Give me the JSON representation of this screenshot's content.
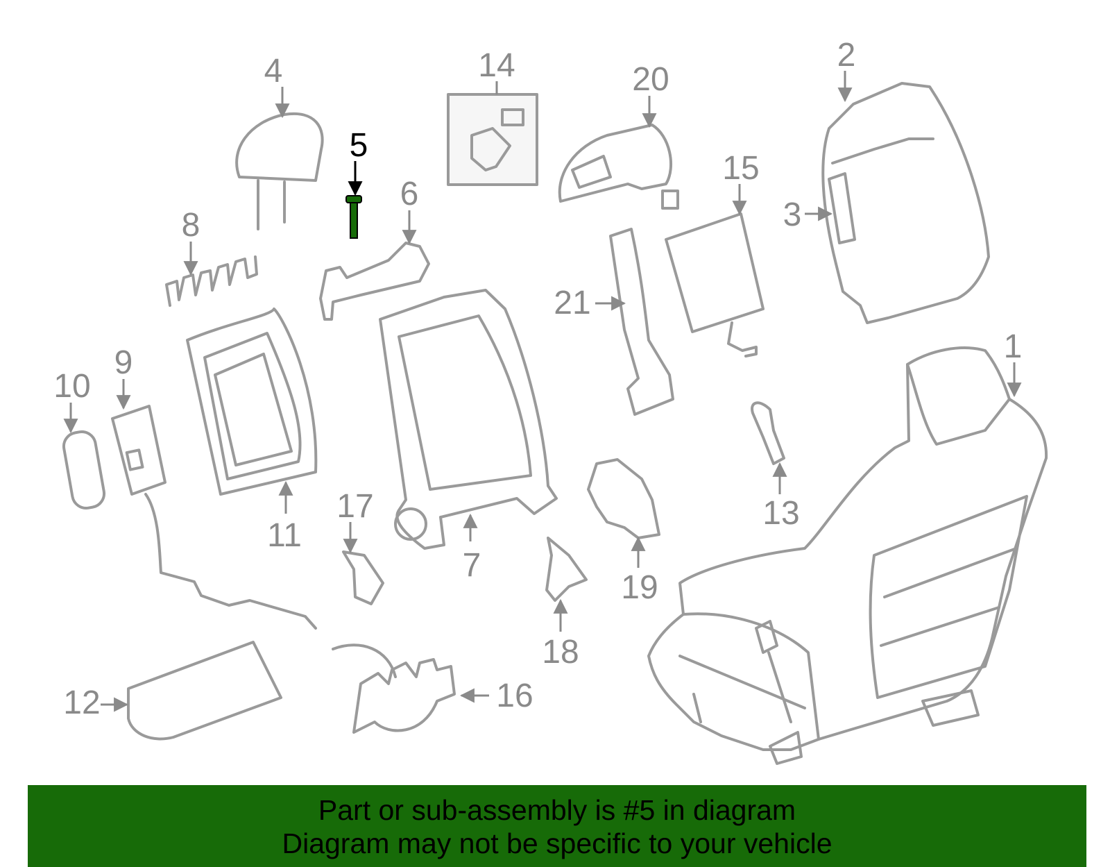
{
  "diagram": {
    "highlight_part": "5",
    "highlight_color": "#176b08",
    "parts": [
      {
        "id": "p1",
        "label": "1"
      },
      {
        "id": "p2",
        "label": "2"
      },
      {
        "id": "p3",
        "label": "3"
      },
      {
        "id": "p4",
        "label": "4"
      },
      {
        "id": "p5",
        "label": "5"
      },
      {
        "id": "p6",
        "label": "6"
      },
      {
        "id": "p7",
        "label": "7"
      },
      {
        "id": "p8",
        "label": "8"
      },
      {
        "id": "p9",
        "label": "9"
      },
      {
        "id": "p10",
        "label": "10"
      },
      {
        "id": "p11",
        "label": "11"
      },
      {
        "id": "p12",
        "label": "12"
      },
      {
        "id": "p13",
        "label": "13"
      },
      {
        "id": "p14",
        "label": "14"
      },
      {
        "id": "p15",
        "label": "15"
      },
      {
        "id": "p16",
        "label": "16"
      },
      {
        "id": "p17",
        "label": "17"
      },
      {
        "id": "p18",
        "label": "18"
      },
      {
        "id": "p19",
        "label": "19"
      },
      {
        "id": "p20",
        "label": "20"
      },
      {
        "id": "p21",
        "label": "21"
      }
    ]
  },
  "banner": {
    "line1": "Part or sub-assembly is #5 in diagram",
    "line2": "Diagram may not be specific to your vehicle",
    "background": "#176b08"
  }
}
